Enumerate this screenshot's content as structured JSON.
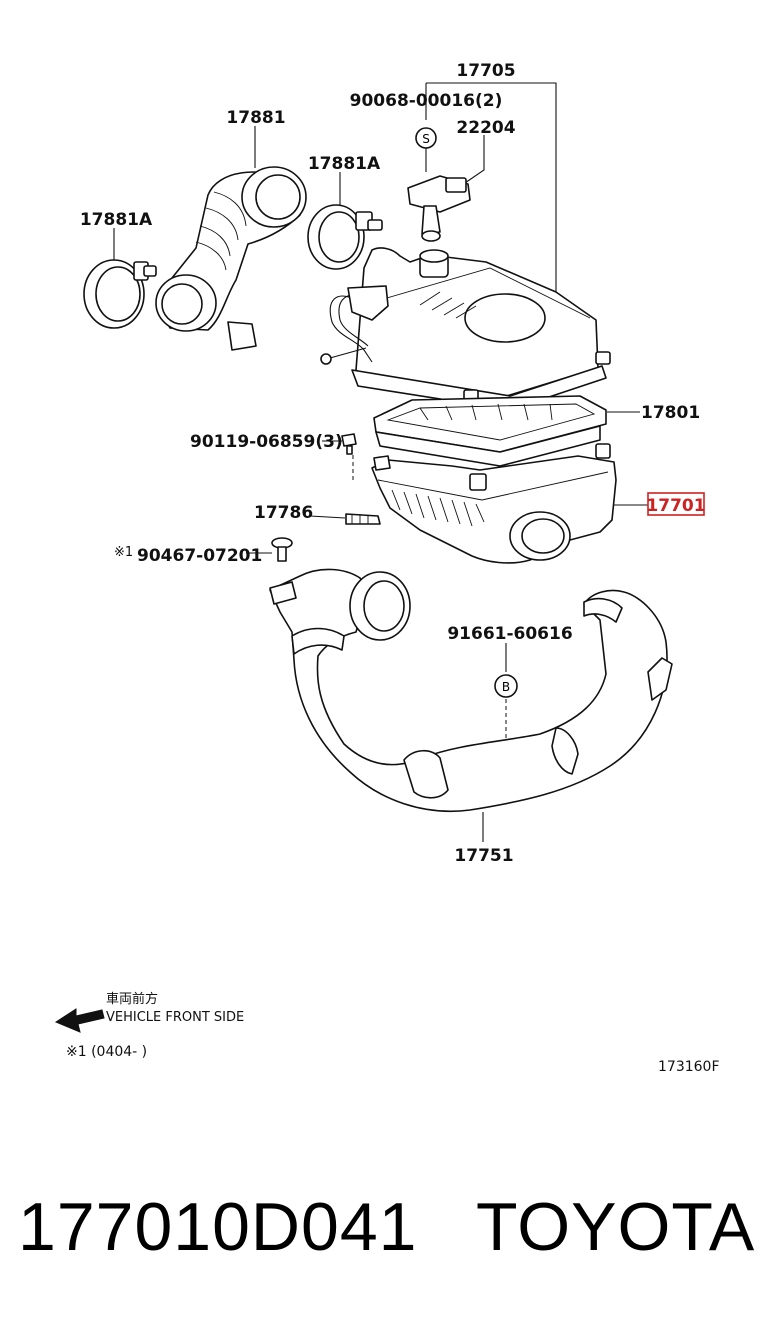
{
  "labels": {
    "assy_17705": "17705",
    "bolt_90068": "90068-00016(2)",
    "sensor_22204": "22204",
    "hose_17881": "17881",
    "clamp_17881A_upper": "17881A",
    "clamp_17881A_left": "17881A",
    "element_17801": "17801",
    "bolt_90119": "90119-06859(3)",
    "cleaner_17701": "17701",
    "clamp_17786": "17786",
    "clip_90467": "90467-07201",
    "clip_90467_mark": "※1",
    "clip_91661": "91661-60616",
    "hose_17751": "17751",
    "circle_S": "S",
    "circle_B": "B"
  },
  "notes": {
    "vehicle_front_jp": "車両前方",
    "vehicle_front_en": "VEHICLE FRONT SIDE",
    "footnote": "※1 (0404-    )",
    "diagram_code": "173160F"
  },
  "footer": {
    "part_number": "177010D041",
    "brand": "TOYOTA"
  },
  "colors": {
    "highlight": "#cc2222",
    "ink": "#111111"
  }
}
